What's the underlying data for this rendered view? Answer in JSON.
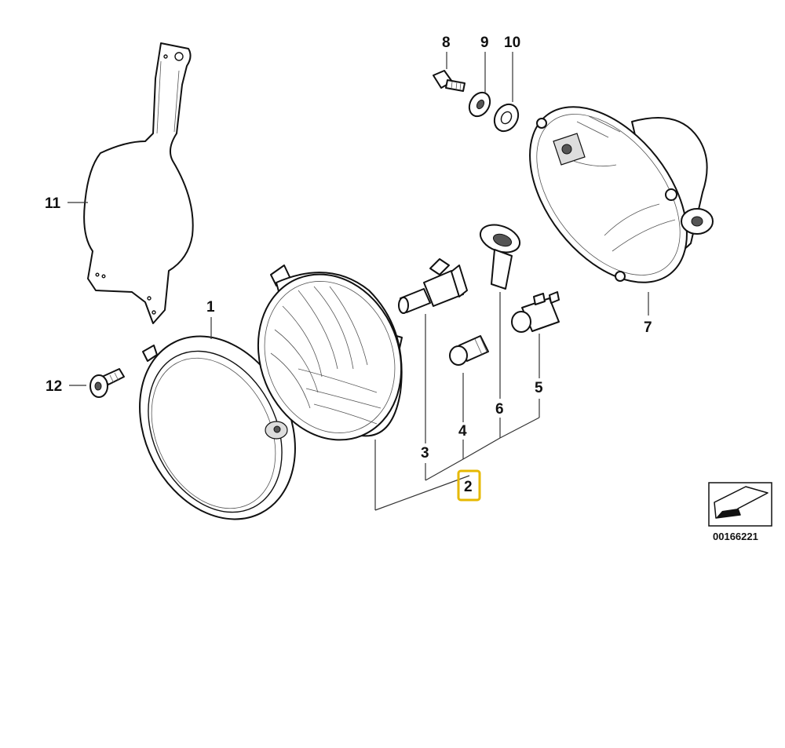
{
  "diagram": {
    "callouts": [
      {
        "id": "1",
        "label": "1"
      },
      {
        "id": "2",
        "label": "2",
        "highlighted": true
      },
      {
        "id": "3",
        "label": "3"
      },
      {
        "id": "4",
        "label": "4"
      },
      {
        "id": "5",
        "label": "5"
      },
      {
        "id": "6",
        "label": "6"
      },
      {
        "id": "7",
        "label": "7"
      },
      {
        "id": "8",
        "label": "8"
      },
      {
        "id": "9",
        "label": "9"
      },
      {
        "id": "10",
        "label": "10"
      },
      {
        "id": "11",
        "label": "11"
      },
      {
        "id": "12",
        "label": "12"
      }
    ],
    "catalog_number": "00166221",
    "highlight_color": "#e6b800",
    "icons": {
      "direction_marker": "arrow-direction-icon"
    }
  }
}
